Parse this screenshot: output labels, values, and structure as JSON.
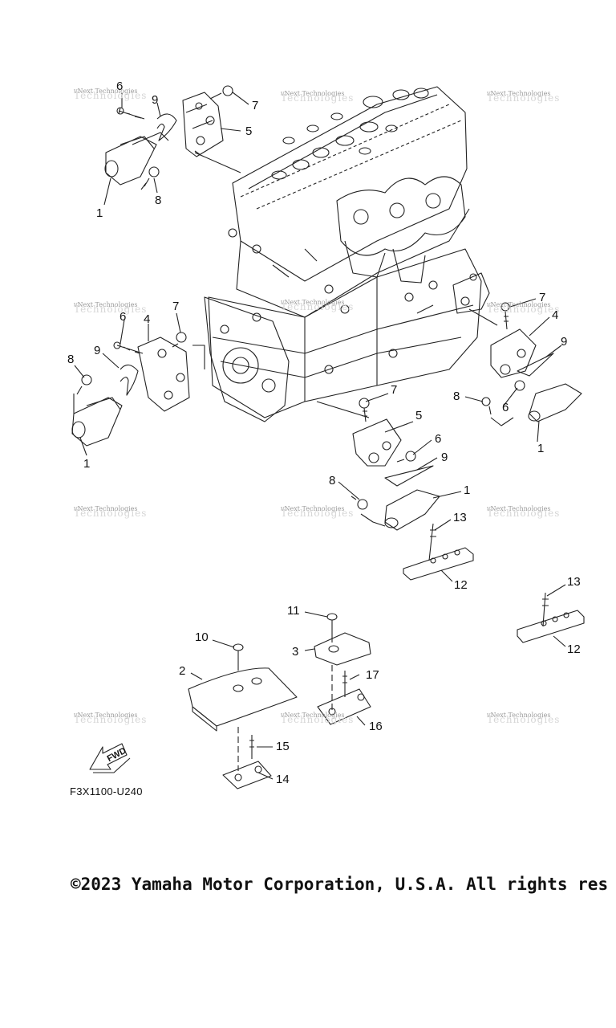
{
  "diagram_code": "F3X1100-U240",
  "copyright": "©2023 Yamaha Motor Corporation, U.S.A. All rights res",
  "fwd_label": "FWD",
  "watermark": "vNext Technologies",
  "watermark_shadow": "Technologies",
  "callouts": {
    "c1": "6",
    "c2": "9",
    "c3": "7",
    "c4": "5",
    "c5": "8",
    "c6": "1",
    "c7": "7",
    "c8": "6",
    "c9": "4",
    "c10": "9",
    "c11": "8",
    "c12": "1",
    "c13": "7",
    "c14": "4",
    "c15": "9",
    "c16": "8",
    "c17": "6",
    "c18": "1",
    "c19": "7",
    "c20": "5",
    "c21": "6",
    "c22": "9",
    "c23": "8",
    "c24": "1",
    "c25": "13",
    "c26": "12",
    "c27": "13",
    "c28": "12",
    "c29": "11",
    "c30": "3",
    "c31": "17",
    "c32": "16",
    "c33": "10",
    "c34": "2",
    "c35": "15",
    "c36": "14"
  }
}
